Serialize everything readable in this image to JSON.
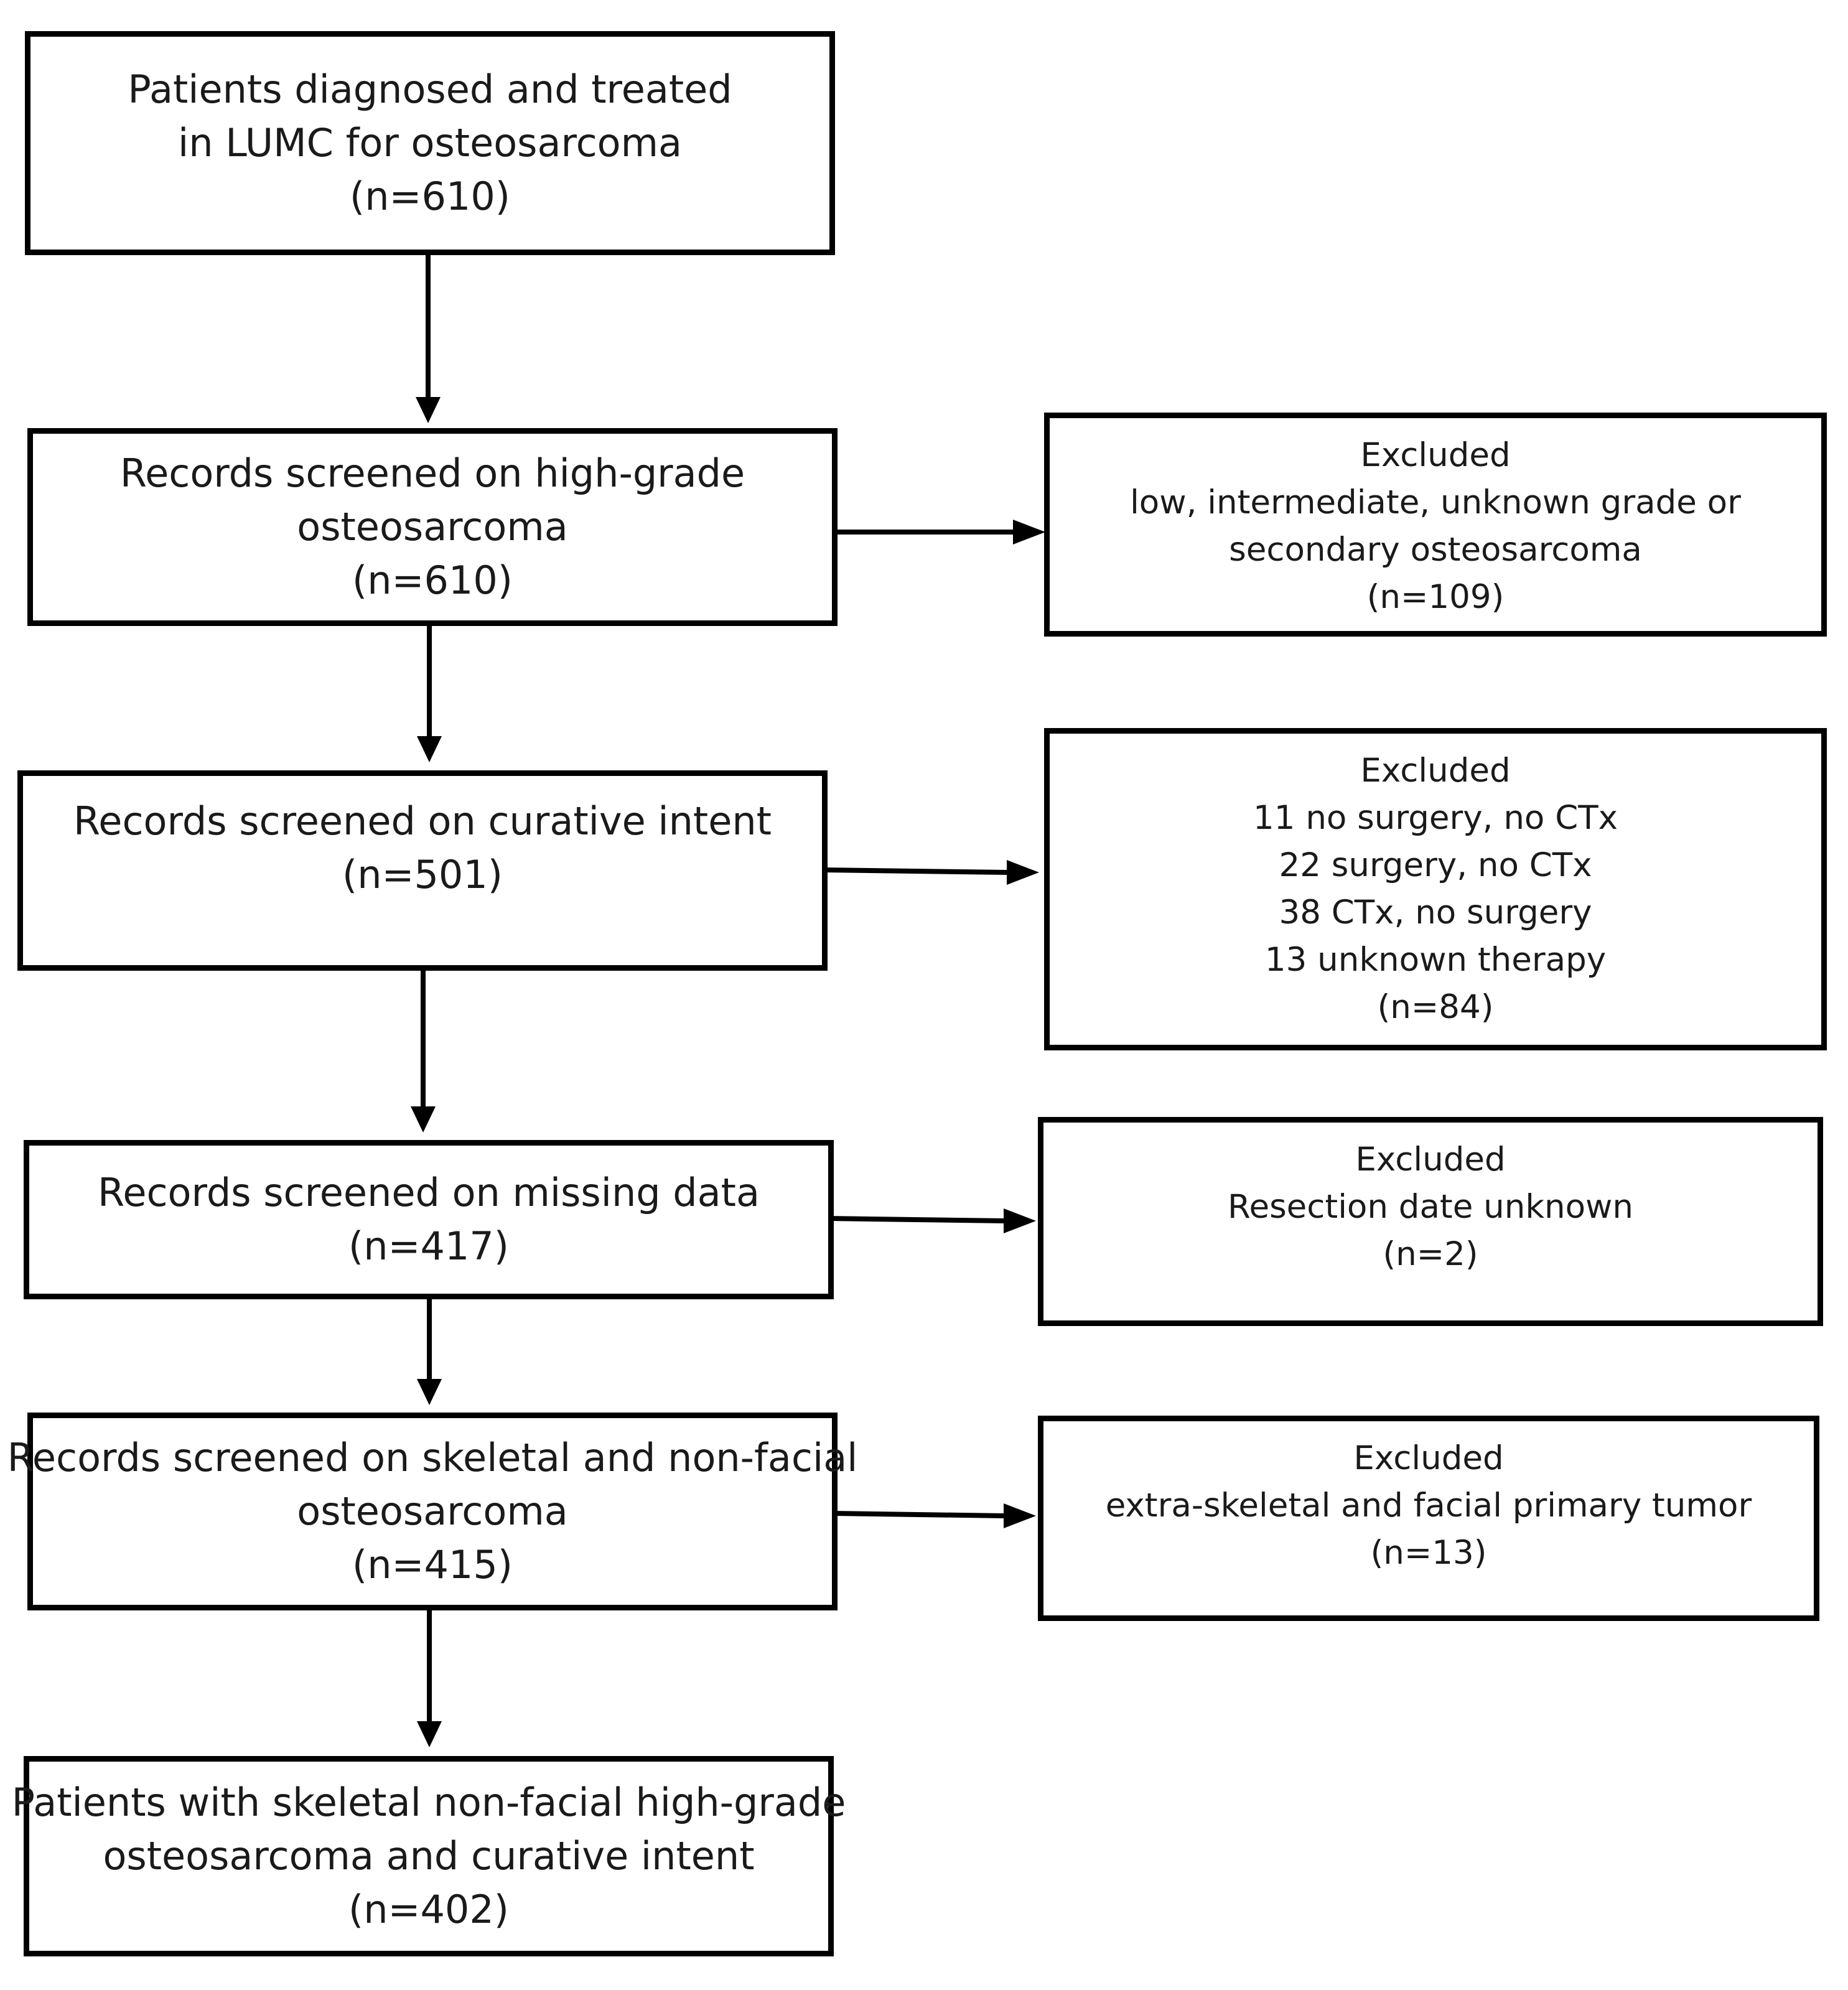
{
  "steps": [
    {
      "lines": [
        "Patients diagnosed and treated",
        "in LUMC for osteosarcoma",
        "(n=610)"
      ]
    },
    {
      "lines": [
        "Records screened on high-grade",
        "osteosarcoma",
        "(n=610)"
      ]
    },
    {
      "lines": [
        "Records screened on curative intent",
        "(n=501)"
      ]
    },
    {
      "lines": [
        "Records screened on missing data",
        "(n=417)"
      ]
    },
    {
      "lines": [
        "Records screened on skeletal and non-facial",
        "osteosarcoma",
        "(n=415)"
      ]
    },
    {
      "lines": [
        "Patients with skeletal non-facial high-grade",
        "osteosarcoma and curative intent",
        "(n=402)"
      ]
    }
  ],
  "exclusions": [
    {
      "lines": [
        "Excluded",
        "low, intermediate, unknown grade or",
        "secondary osteosarcoma",
        "(n=109)"
      ]
    },
    {
      "lines": [
        "Excluded",
        "11 no surgery, no CTx",
        "22 surgery, no CTx",
        "38 CTx, no surgery",
        "13 unknown therapy",
        "(n=84)"
      ]
    },
    {
      "lines": [
        "Excluded",
        "Resection date unknown",
        "(n=2)"
      ]
    },
    {
      "lines": [
        "Excluded",
        "extra-skeletal and facial primary tumor",
        "(n=13)"
      ]
    }
  ]
}
